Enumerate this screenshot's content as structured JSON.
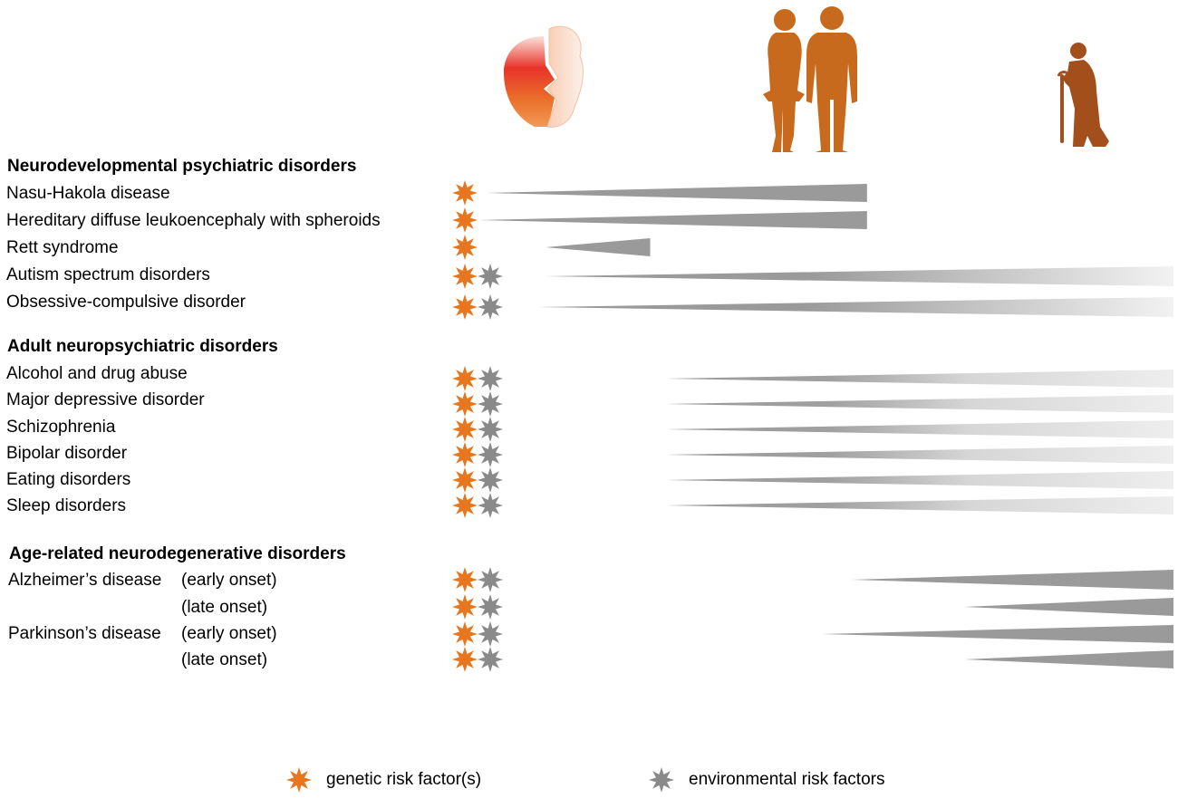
{
  "colors": {
    "genetic": "#e8761e",
    "environmental": "#8a8a8a",
    "wedge": "#9a9a9a",
    "figure": "#c86a1e",
    "elderly": "#a24f1c"
  },
  "icons": {
    "life_stages": [
      "fetal-brain-icon",
      "adult-couple-icon",
      "elderly-person-icon"
    ],
    "genetic": "orange-star-icon",
    "environmental": "gray-star-icon"
  },
  "groups": [
    {
      "title": "Neurodevelopmental psychiatric disorders",
      "items": [
        {
          "label": "Nasu-Hakola disease",
          "sub": "",
          "risk": [
            "genetic"
          ],
          "onset": 0.08,
          "extent": 0.59,
          "fade": false
        },
        {
          "label": "Hereditary diffuse leukoencephaly with spheroids",
          "sub": "",
          "risk": [
            "genetic"
          ],
          "onset": 0.07,
          "extent": 0.59,
          "fade": false
        },
        {
          "label": "Rett syndrome",
          "sub": "",
          "risk": [
            "genetic"
          ],
          "onset": 0.16,
          "extent": 0.3,
          "fade": false
        },
        {
          "label": "Autism spectrum disorders",
          "sub": "",
          "risk": [
            "genetic",
            "environmental"
          ],
          "onset": 0.16,
          "extent": 1.0,
          "fade": true
        },
        {
          "label": "Obsessive-compulsive disorder",
          "sub": "",
          "risk": [
            "genetic",
            "environmental"
          ],
          "onset": 0.15,
          "extent": 1.0,
          "fade": true
        }
      ]
    },
    {
      "title": "Adult neuropsychiatric disorders",
      "items": [
        {
          "label": "Alcohol and drug abuse",
          "sub": "",
          "risk": [
            "genetic",
            "environmental"
          ],
          "onset": 0.32,
          "extent": 1.0,
          "fade": true
        },
        {
          "label": "Major depressive disorder",
          "sub": "",
          "risk": [
            "genetic",
            "environmental"
          ],
          "onset": 0.32,
          "extent": 1.0,
          "fade": true
        },
        {
          "label": "Schizophrenia",
          "sub": "",
          "risk": [
            "genetic",
            "environmental"
          ],
          "onset": 0.32,
          "extent": 1.0,
          "fade": true
        },
        {
          "label": "Bipolar disorder",
          "sub": "",
          "risk": [
            "genetic",
            "environmental"
          ],
          "onset": 0.32,
          "extent": 1.0,
          "fade": true
        },
        {
          "label": "Eating disorders",
          "sub": "",
          "risk": [
            "genetic",
            "environmental"
          ],
          "onset": 0.32,
          "extent": 1.0,
          "fade": true
        },
        {
          "label": "Sleep disorders",
          "sub": "",
          "risk": [
            "genetic",
            "environmental"
          ],
          "onset": 0.32,
          "extent": 1.0,
          "fade": true
        }
      ]
    },
    {
      "title": "Age-related neurodegenerative disorders",
      "items": [
        {
          "label": "Alzheimer’s disease",
          "sub": "(early onset)",
          "risk": [
            "genetic",
            "environmental"
          ],
          "onset": 0.57,
          "extent": 1.0,
          "fade": false
        },
        {
          "label": "",
          "sub": "(late onset)",
          "risk": [
            "genetic",
            "environmental"
          ],
          "onset": 0.72,
          "extent": 1.0,
          "fade": false
        },
        {
          "label": "Parkinson’s disease",
          "sub": "(early onset)",
          "risk": [
            "genetic",
            "environmental"
          ],
          "onset": 0.53,
          "extent": 1.0,
          "fade": false
        },
        {
          "label": "",
          "sub": "(late onset)",
          "risk": [
            "genetic",
            "environmental"
          ],
          "onset": 0.72,
          "extent": 1.0,
          "fade": false
        }
      ]
    }
  ],
  "legend": {
    "genetic": "genetic risk factor(s)",
    "environmental": "environmental risk factors"
  }
}
